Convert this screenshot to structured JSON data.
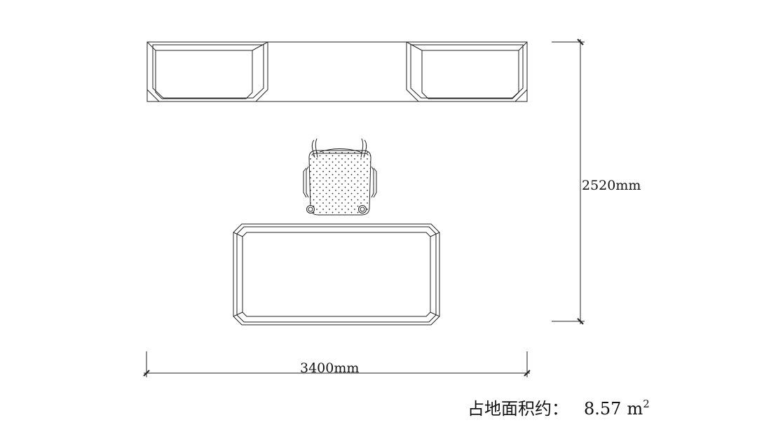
{
  "dimensions": {
    "width": "3400mm",
    "height": "2520mm"
  },
  "area": {
    "label": "占地面积约：",
    "value": "8.57",
    "unit": "m",
    "exponent": "2"
  }
}
